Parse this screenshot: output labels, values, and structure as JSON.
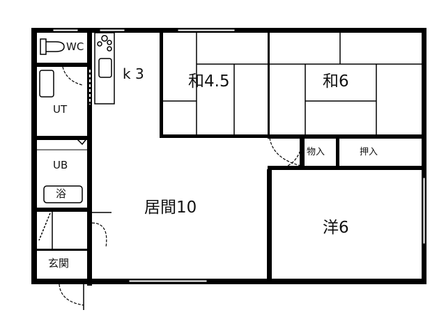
{
  "plan": {
    "type": "floor-plan",
    "rooms": [
      {
        "id": "wc",
        "label": "WC"
      },
      {
        "id": "kitchen",
        "label": "k 3"
      },
      {
        "id": "washitsu45",
        "label": "和4.5"
      },
      {
        "id": "washitsu6",
        "label": "和6"
      },
      {
        "id": "ut",
        "label": "UT"
      },
      {
        "id": "ub",
        "label": "UB"
      },
      {
        "id": "bath",
        "label": "浴"
      },
      {
        "id": "storage",
        "label": "物入"
      },
      {
        "id": "closet",
        "label": "押入"
      },
      {
        "id": "living",
        "label": "居間10"
      },
      {
        "id": "western6",
        "label": "洋6"
      },
      {
        "id": "entrance",
        "label": "玄関"
      }
    ],
    "colors": {
      "wall": "#000000",
      "background": "#ffffff",
      "thin_line": "#111111"
    }
  }
}
